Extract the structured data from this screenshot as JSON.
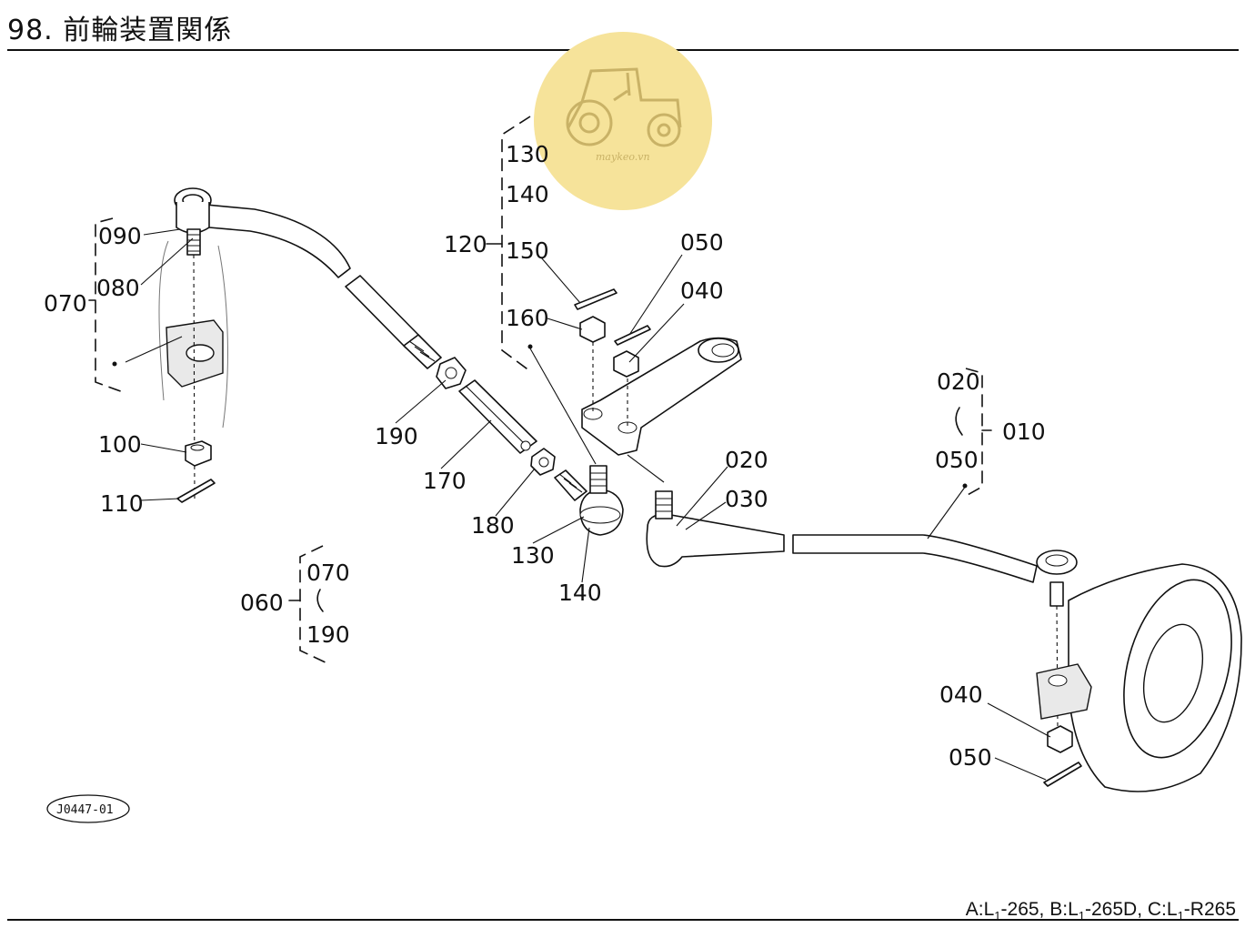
{
  "page": {
    "title": "98. 前輪装置関係",
    "drawing_code": "J0447-01",
    "watermark_text": "maykeo.vn",
    "footer": {
      "a_prefix": "A:L",
      "a_sub": "1",
      "a_suffix": "-265,",
      "b_prefix": "B:L",
      "b_sub": "1",
      "b_suffix": "-265D,",
      "c_prefix": "C:L",
      "c_sub": "1",
      "c_suffix": "-R265"
    }
  },
  "labels": {
    "l090": "090",
    "l080": "080",
    "l070": "070",
    "l100": "100",
    "l110": "110",
    "l120": "120",
    "l130a": "130",
    "l140a": "140",
    "l150": "150",
    "l160": "160",
    "l050a": "050",
    "l040a": "040",
    "l190": "190",
    "l170": "170",
    "l180": "180",
    "l130b": "130",
    "l140b": "140",
    "l020a": "020",
    "l030": "030",
    "l020b": "020",
    "l050b": "050",
    "l010": "010",
    "l060": "060",
    "l070b": "070",
    "l190b": "190",
    "l040b": "040",
    "l050c": "050"
  },
  "colors": {
    "watermark_circle": "#f6e39a",
    "watermark_ink": "#c9b266"
  }
}
